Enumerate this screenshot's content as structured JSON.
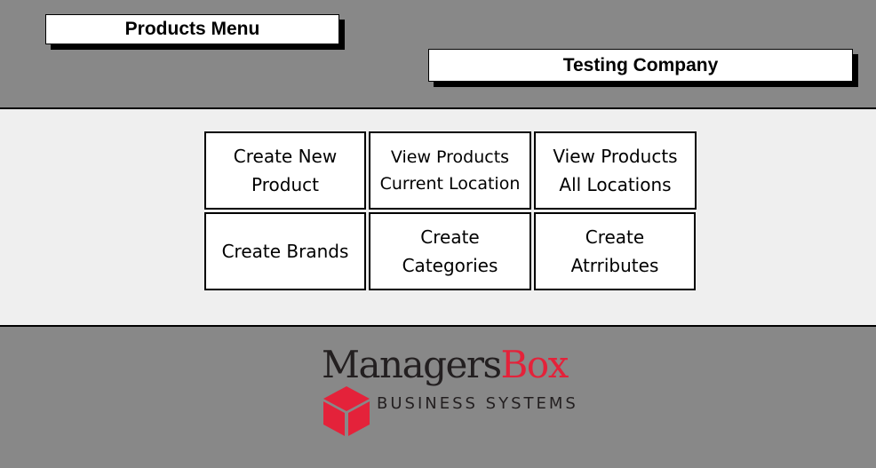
{
  "header": {
    "menu_title": "Products Menu",
    "company_name": "Testing Company"
  },
  "menu_buttons": [
    {
      "label": "Create New\nProduct"
    },
    {
      "label": "View Products\nCurrent Location"
    },
    {
      "label": "View Products\nAll Locations"
    },
    {
      "label": "Create Brands"
    },
    {
      "label": "Create\nCategories"
    },
    {
      "label": "Create\nAtrributes"
    }
  ],
  "footer": {
    "logo_word_dark": "Managers",
    "logo_word_red": "Box",
    "logo_subtitle": "BUSINESS SYSTEMS",
    "logo_icon": "cube-icon"
  },
  "colors": {
    "band_gray": "#888888",
    "panel_light": "#efefef",
    "brand_red": "#e4223a",
    "brand_dark": "#231f20"
  }
}
